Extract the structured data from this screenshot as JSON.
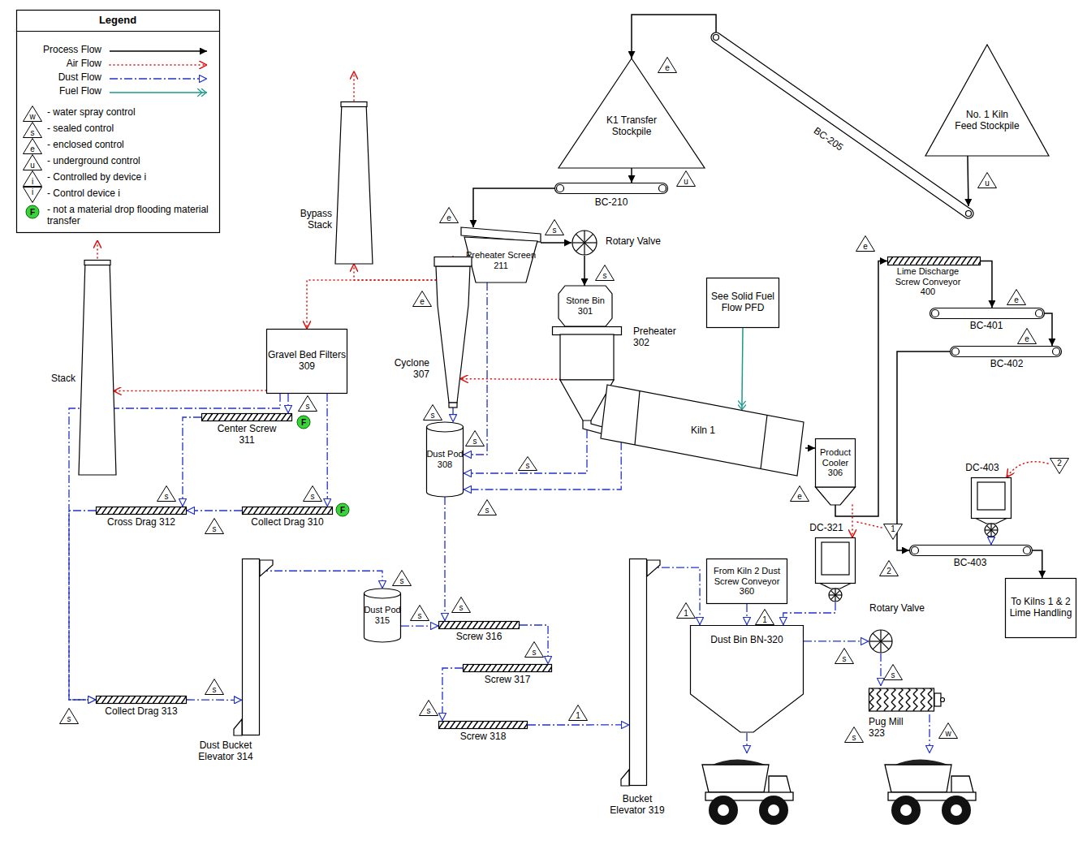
{
  "diagram": {
    "nodes": [
      {
        "text": [
          "No. 1 Kiln Feed Stockpile"
        ]
      },
      {
        "text": [
          "BC-205"
        ]
      },
      {
        "text": [
          "K1 Transfer Stockpile"
        ]
      },
      {
        "text": [
          "BC-210"
        ]
      },
      {
        "text": [
          "Preheater Screen 211"
        ]
      },
      {
        "text": [
          "Rotary Valve"
        ]
      },
      {
        "text": [
          "Stone Bin 301"
        ]
      },
      {
        "text": [
          "Preheater 302"
        ]
      },
      {
        "text": [
          "Kiln 1"
        ]
      },
      {
        "text": [
          "See Solid Fuel Flow PFD"
        ]
      },
      {
        "text": [
          "Product Cooler 306"
        ]
      },
      {
        "text": [
          "Lime Discharge Screw Conveyor 400"
        ]
      },
      {
        "text": [
          "BC-401"
        ]
      },
      {
        "text": [
          "BC-402"
        ]
      },
      {
        "text": [
          "DC-403"
        ]
      },
      {
        "text": [
          "BC-403"
        ]
      },
      {
        "text": [
          "To Kilns 1 & 2 Lime Handling"
        ]
      },
      {
        "text": [
          "Cyclone 307"
        ]
      },
      {
        "text": [
          "Bypass Stack"
        ]
      },
      {
        "text": [
          "Gravel Bed Filters 309"
        ]
      },
      {
        "text": [
          "Stack"
        ]
      },
      {
        "text": [
          "Dust Pod 308"
        ]
      },
      {
        "text": [
          "Center Screw 311"
        ]
      },
      {
        "text": [
          "Collect Drag 310"
        ]
      },
      {
        "text": [
          "Cross Drag 312"
        ]
      },
      {
        "text": [
          "Collect Drag 313"
        ]
      },
      {
        "text": [
          "Dust Bucket Elevator 314"
        ]
      },
      {
        "text": [
          "Dust Pod 315"
        ]
      },
      {
        "text": [
          "Screw 316"
        ]
      },
      {
        "text": [
          "Screw 317"
        ]
      },
      {
        "text": [
          "Screw 318"
        ]
      },
      {
        "text": [
          "Bucket Elevator 319"
        ]
      },
      {
        "text": [
          "DC-321"
        ]
      },
      {
        "text": [
          "From Kiln 2 Dust Screw Conveyor 360"
        ]
      },
      {
        "text": [
          "Dust Bin BN-320"
        ]
      },
      {
        "text": [
          "Rotary Valve"
        ]
      },
      {
        "text": [
          "Pug Mill 323"
        ]
      }
    ],
    "edges": [
      {
        "from": 0,
        "to": 1,
        "arrow": "to"
      },
      {
        "from": 1,
        "to": 2,
        "arrow": "to"
      },
      {
        "from": 2,
        "to": 3,
        "arrow": "to"
      },
      {
        "from": 3,
        "to": 4,
        "arrow": "to"
      },
      {
        "from": 4,
        "to": 5,
        "arrow": "to"
      },
      {
        "from": 5,
        "to": 6,
        "arrow": "to"
      },
      {
        "from": 8,
        "to": 10,
        "arrow": "to"
      },
      {
        "from": 10,
        "to": 11,
        "arrow": "to"
      },
      {
        "from": 11,
        "to": 12,
        "arrow": "to"
      },
      {
        "from": 12,
        "to": 13,
        "arrow": "to"
      },
      {
        "from": 13,
        "to": 15,
        "arrow": "to"
      },
      {
        "from": 15,
        "to": 16,
        "arrow": "to"
      },
      {
        "from": 9,
        "to": 8,
        "arrow": "to"
      },
      {
        "from": 7,
        "to": 17,
        "arrow": "to"
      },
      {
        "from": 17,
        "to": 18,
        "arrow": "to"
      },
      {
        "from": 17,
        "to": 19,
        "arrow": "to"
      },
      {
        "from": 19,
        "to": 20,
        "arrow": "to"
      },
      {
        "from": 10,
        "to": 32,
        "arrow": "to"
      },
      {
        "from": 4,
        "to": 21,
        "arrow": "to"
      },
      {
        "from": 7,
        "to": 21,
        "arrow": "to"
      },
      {
        "from": 8,
        "to": 21,
        "arrow": "to"
      },
      {
        "from": 17,
        "to": 21,
        "arrow": "to"
      },
      {
        "from": 19,
        "to": 25,
        "arrow": "to"
      },
      {
        "from": 19,
        "to": 22,
        "arrow": "to"
      },
      {
        "from": 19,
        "to": 23,
        "arrow": "to"
      },
      {
        "from": 22,
        "to": 24,
        "arrow": "to"
      },
      {
        "from": 23,
        "to": 24,
        "arrow": "to"
      },
      {
        "from": 24,
        "to": 25,
        "arrow": "to"
      },
      {
        "from": 25,
        "to": 26,
        "arrow": "to"
      },
      {
        "from": 26,
        "to": 27,
        "arrow": "to"
      },
      {
        "from": 27,
        "to": 28,
        "arrow": "to"
      },
      {
        "from": 21,
        "to": 28,
        "arrow": "to"
      },
      {
        "from": 28,
        "to": 29,
        "arrow": "to"
      },
      {
        "from": 29,
        "to": 30,
        "arrow": "to"
      },
      {
        "from": 30,
        "to": 31,
        "arrow": "to"
      },
      {
        "from": 31,
        "to": 34,
        "arrow": "to"
      },
      {
        "from": 33,
        "to": 34,
        "arrow": "to"
      },
      {
        "from": 32,
        "to": 34,
        "arrow": "to"
      },
      {
        "from": 34,
        "to": 35,
        "arrow": "to"
      },
      {
        "from": 35,
        "to": 36,
        "arrow": "to"
      },
      {
        "from": 14,
        "to": 15,
        "arrow": "to"
      }
    ],
    "labels": [
      "Legend",
      "w",
      "s",
      "e",
      "u",
      "i",
      "i",
      "F",
      "e",
      "u",
      "u",
      "e",
      "s",
      "s",
      "e",
      "e",
      "e",
      "e",
      "e",
      "s",
      "F",
      "s",
      "s",
      "s",
      "s",
      "s",
      "F",
      "s",
      "s",
      "1",
      "2",
      "2",
      "s",
      "s",
      "s",
      "s",
      "s",
      "1",
      "s",
      "s",
      "1",
      "1",
      "s",
      "s",
      "w",
      "s"
    ],
    "legend": [
      {
        "text": "Process Flow"
      },
      {
        "text": "Air Flow"
      },
      {
        "text": "Dust Flow"
      },
      {
        "text": "Fuel Flow"
      },
      {
        "text": "- water spray control"
      },
      {
        "text": "- sealed control"
      },
      {
        "text": "- enclosed control"
      },
      {
        "text": "- underground control"
      },
      {
        "text": "- Controlled by device i"
      },
      {
        "text": "- Control device i"
      },
      {
        "text": "- not a material drop flooding material transfer"
      }
    ]
  }
}
